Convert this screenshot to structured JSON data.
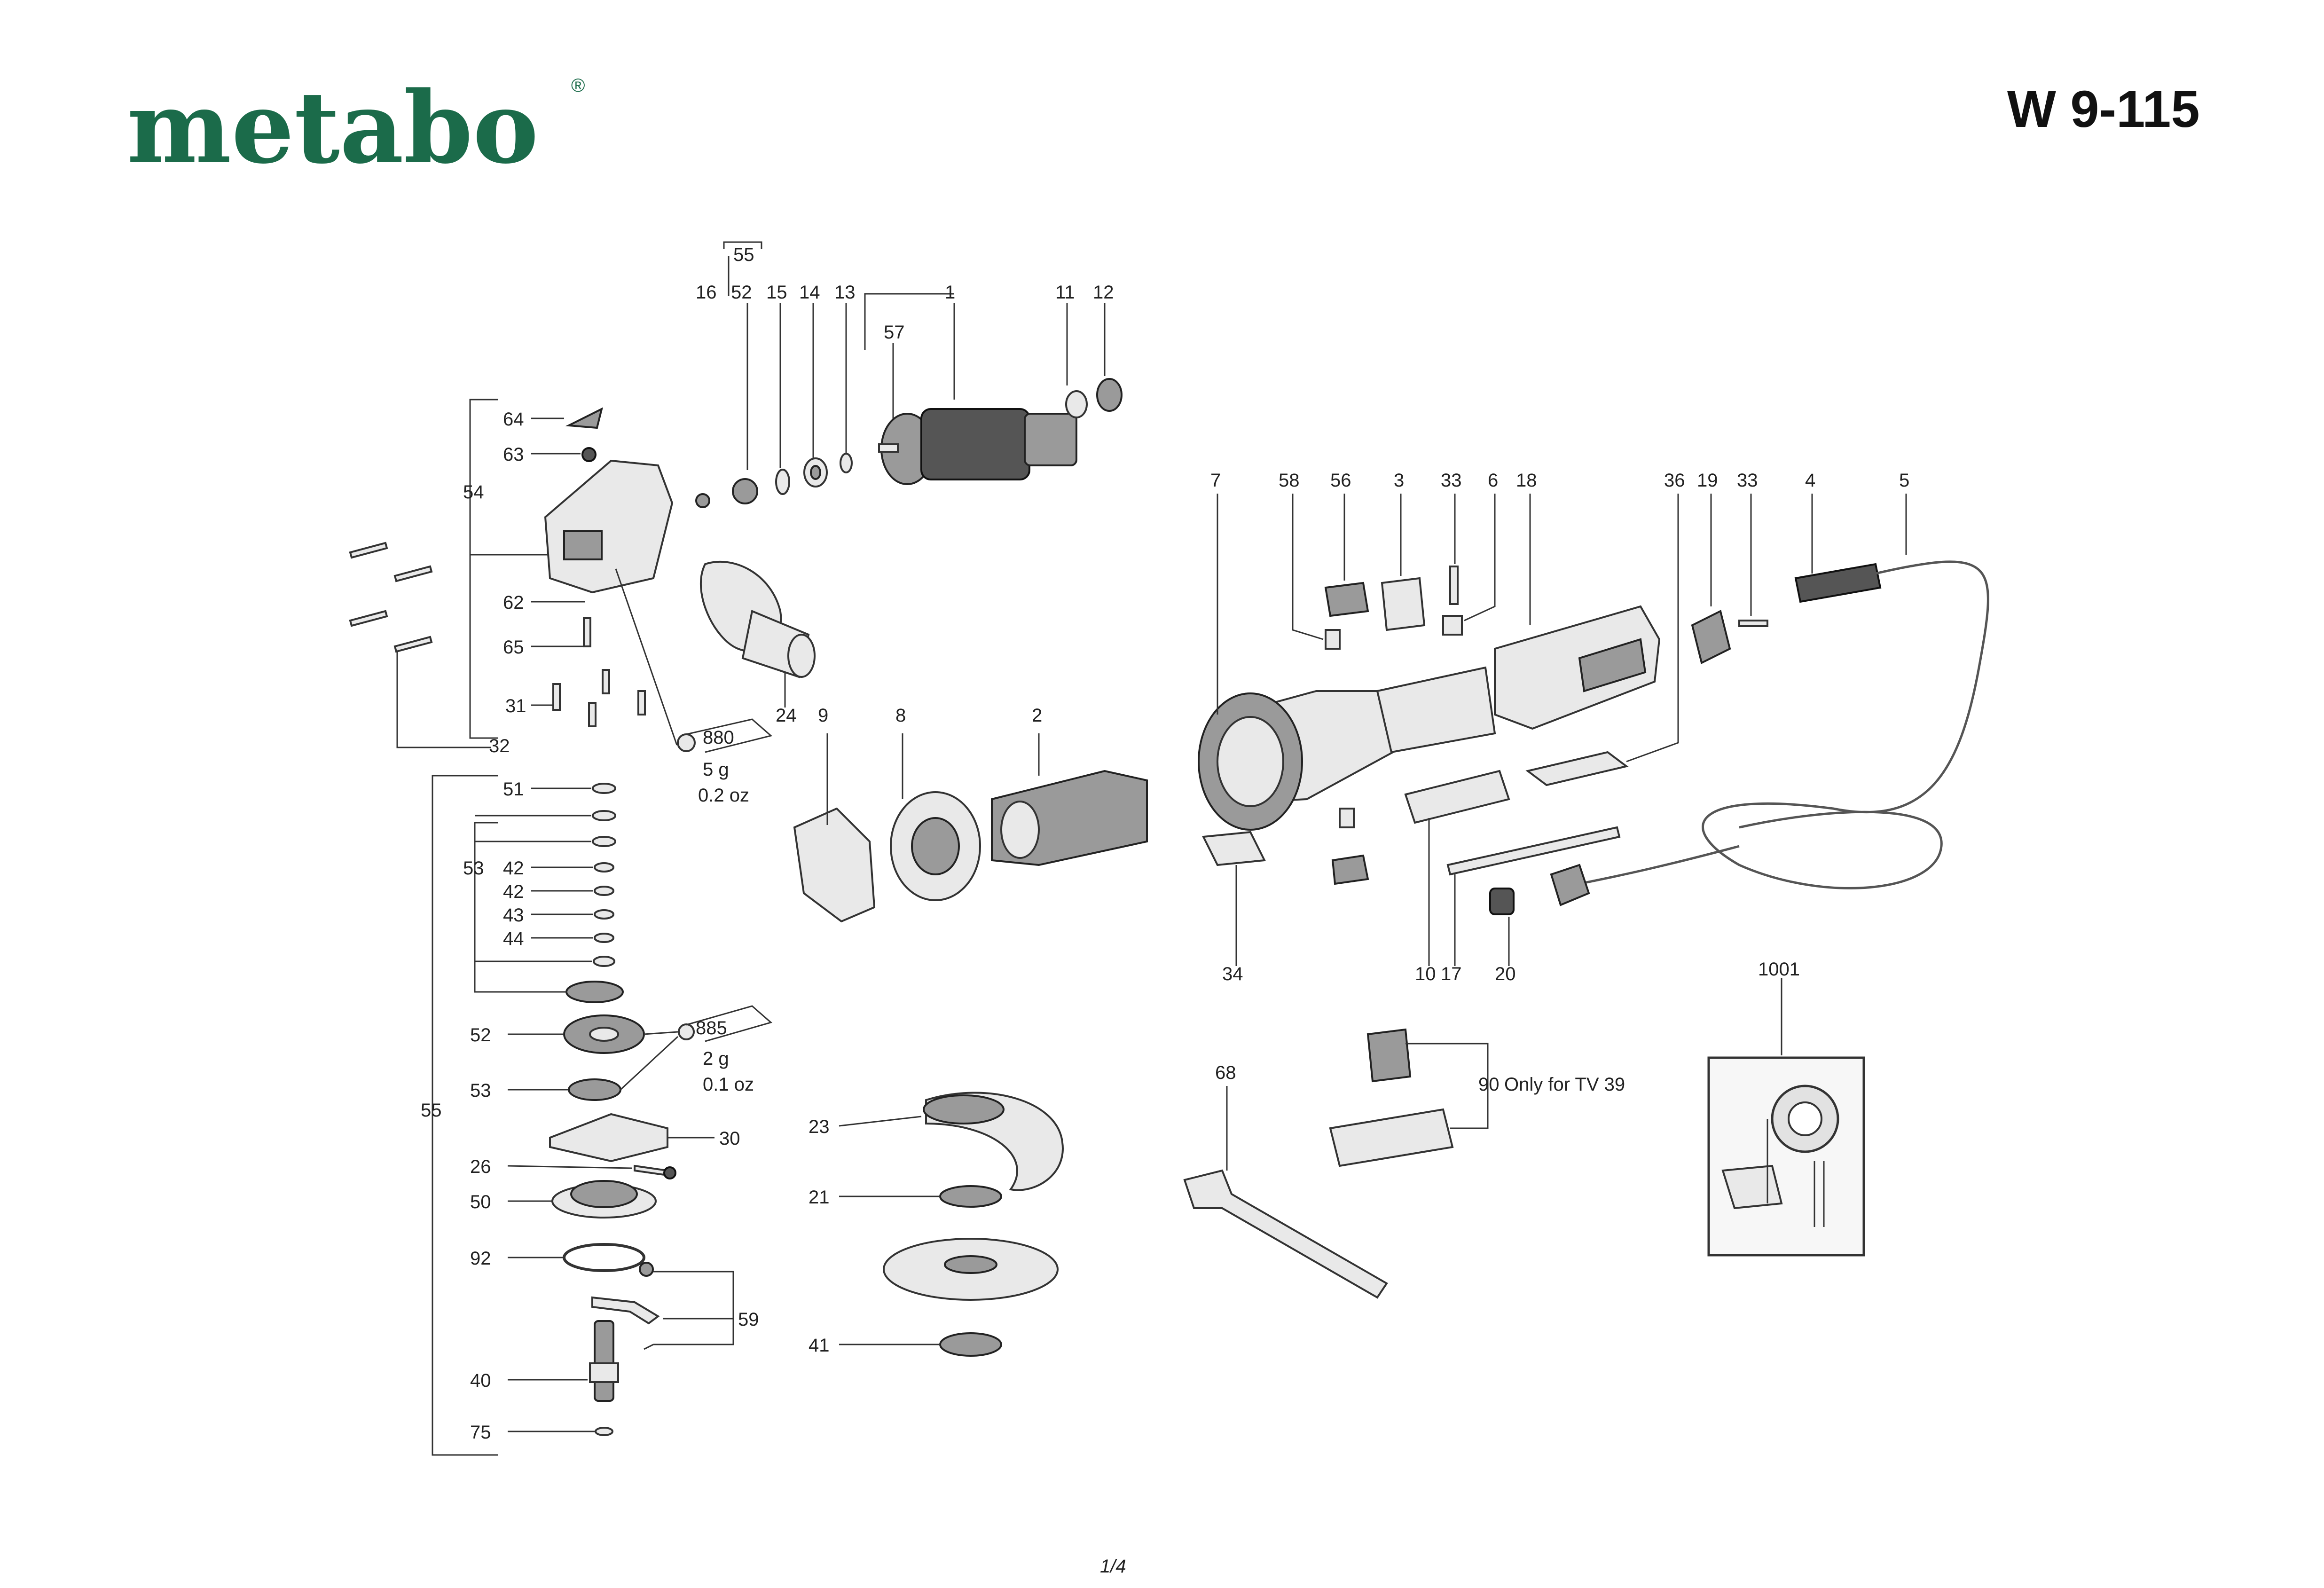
{
  "header": {
    "brand": "metabo",
    "registered": "®",
    "model": "W 9-115"
  },
  "footer": {
    "page": "1/4"
  },
  "callouts": {
    "c1": "1",
    "c2": "2",
    "c3": "3",
    "c4": "4",
    "c5": "5",
    "c6": "6",
    "c7": "7",
    "c8": "8",
    "c9": "9",
    "c10": "10",
    "c11": "11",
    "c12": "12",
    "c13": "13",
    "c14": "14",
    "c15": "15",
    "c16": "16",
    "c17": "17",
    "c18": "18",
    "c19": "19",
    "c20": "20",
    "c21": "21",
    "c23": "23",
    "c24": "24",
    "c26": "26",
    "c30": "30",
    "c31": "31",
    "c32": "32",
    "c33a": "33",
    "c33b": "33",
    "c34": "34",
    "c36": "36",
    "c40": "40",
    "c41": "41",
    "c42a": "42",
    "c42b": "42",
    "c43": "43",
    "c44": "44",
    "c50": "50",
    "c51": "51",
    "c52a": "52",
    "c52b": "52",
    "c53a": "53",
    "c53b": "53",
    "c54": "54",
    "c55a": "55",
    "c55b": "55",
    "c56": "56",
    "c57": "57",
    "c58": "58",
    "c59": "59",
    "c62": "62",
    "c63": "63",
    "c64": "64",
    "c65": "65",
    "c68": "68",
    "c75": "75",
    "c90": "90",
    "c92": "92",
    "c1001": "1001"
  },
  "grease_upper": {
    "code": "880",
    "weight": "5 g",
    "oz": "0.2 oz"
  },
  "grease_lower": {
    "code": "885",
    "weight": "2 g",
    "oz": "0.1 oz"
  },
  "note_90": "Only for TV 39"
}
